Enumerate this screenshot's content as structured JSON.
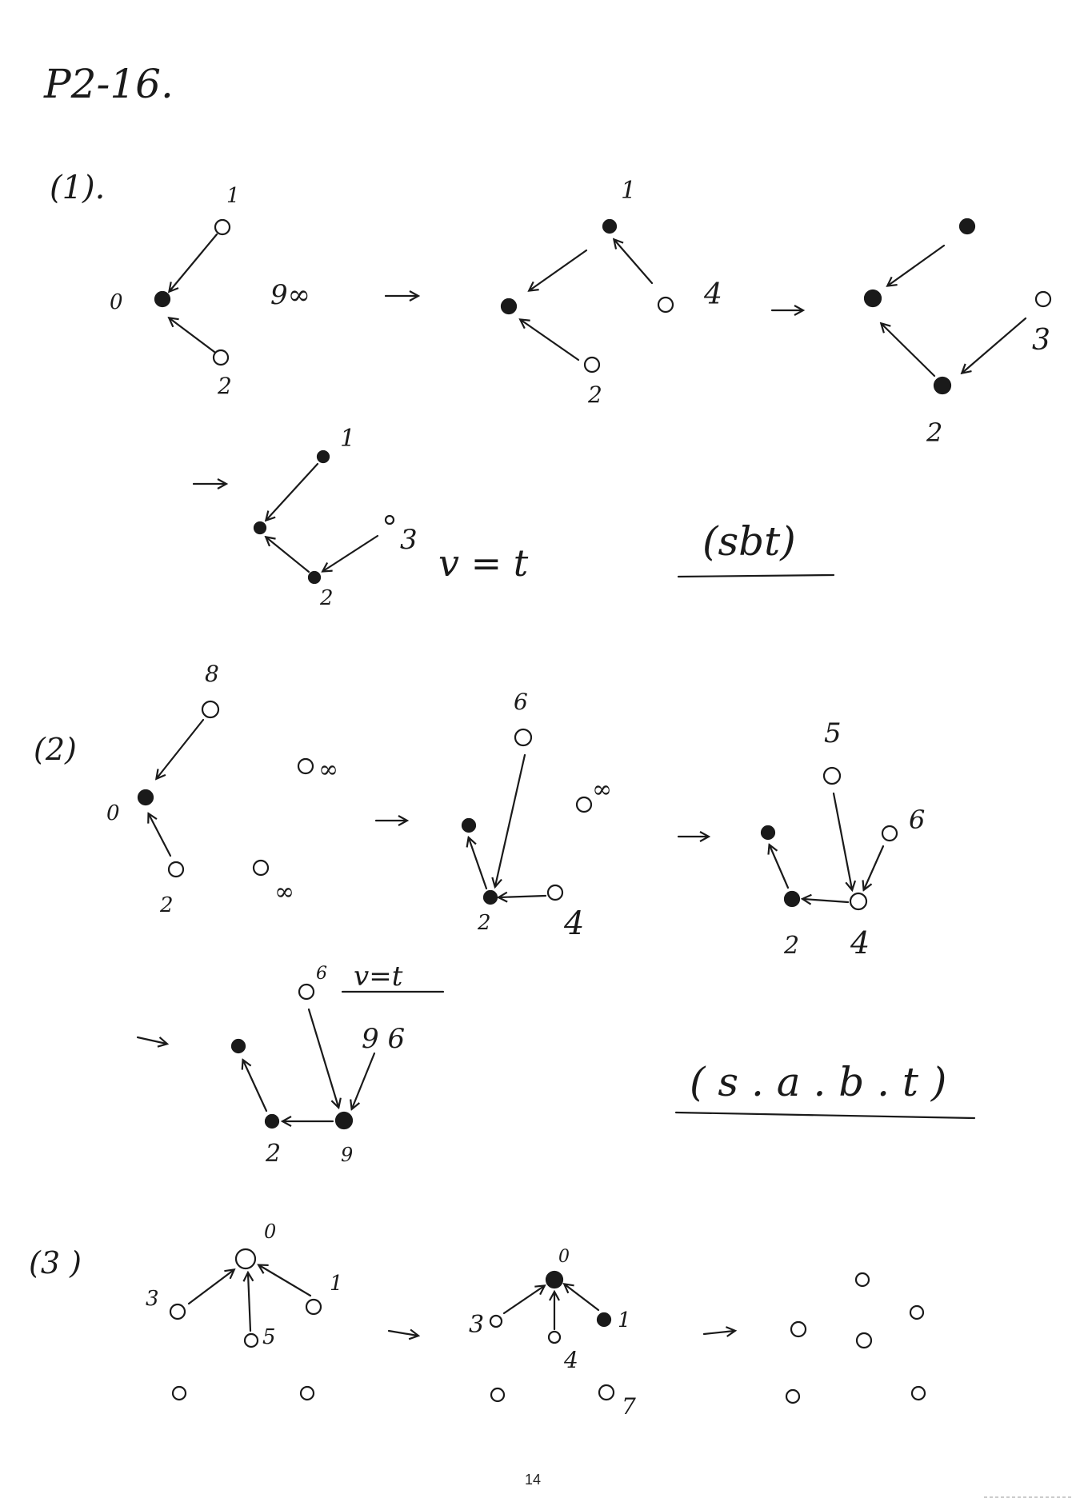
{
  "header": {
    "title": "P2-16."
  },
  "part1": {
    "label": "(1).",
    "step1": {
      "n1": "1",
      "n0": "0",
      "n2": "2",
      "inf": "9∞"
    },
    "step2": {
      "n1": "1",
      "n2": "2",
      "val": "4"
    },
    "step3": {
      "n2": "2",
      "val": "3"
    },
    "step4": {
      "n1": "1",
      "n2": "2",
      "val": "3",
      "eq": "v = t"
    },
    "answer": "(sbt)"
  },
  "part2": {
    "label": "(2)",
    "step1": {
      "n8": "8",
      "n0": "0",
      "n2": "2",
      "inf1": "∞",
      "inf2": "∞"
    },
    "step2": {
      "n6": "6",
      "inf": "∞",
      "n2": "2",
      "n4": "4"
    },
    "step3": {
      "n5": "5",
      "n6": "6",
      "n2": "2",
      "n4": "4"
    },
    "step4": {
      "n6": "6",
      "eq": "v=t",
      "n96": "9 6",
      "n2": "2",
      "n9": "9"
    },
    "answer": "( s . a . b . t )"
  },
  "part3": {
    "label": "(3 )",
    "step1": {
      "n0": "0",
      "n3": "3",
      "n1": "1",
      "n5": "5"
    },
    "step2": {
      "n0": "0",
      "n3": "3",
      "n1": "1",
      "n4": "4",
      "n7": "7"
    }
  },
  "footer": {
    "page_number": "14"
  }
}
